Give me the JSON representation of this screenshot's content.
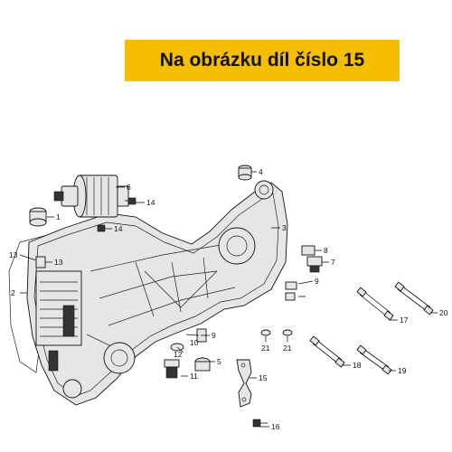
{
  "banner": {
    "text": "Na obrázku díl číslo 15",
    "background": "#f6be00"
  },
  "callouts": [
    {
      "id": "c1",
      "label": "1"
    },
    {
      "id": "c2",
      "label": "2"
    },
    {
      "id": "c3",
      "label": "3"
    },
    {
      "id": "c4",
      "label": "4"
    },
    {
      "id": "c5",
      "label": "5"
    },
    {
      "id": "c6",
      "label": "6"
    },
    {
      "id": "c7",
      "label": "7"
    },
    {
      "id": "c8",
      "label": "8"
    },
    {
      "id": "c9a",
      "label": "9"
    },
    {
      "id": "c9b",
      "label": "9"
    },
    {
      "id": "c10",
      "label": "10"
    },
    {
      "id": "c11",
      "label": "11"
    },
    {
      "id": "c12",
      "label": "12"
    },
    {
      "id": "c13a",
      "label": "13"
    },
    {
      "id": "c13b",
      "label": "13"
    },
    {
      "id": "c14a",
      "label": "14"
    },
    {
      "id": "c14b",
      "label": "14"
    },
    {
      "id": "c15",
      "label": "15"
    },
    {
      "id": "c16",
      "label": "16"
    },
    {
      "id": "c17",
      "label": "17"
    },
    {
      "id": "c18",
      "label": "18"
    },
    {
      "id": "c19",
      "label": "19"
    },
    {
      "id": "c20",
      "label": "20"
    },
    {
      "id": "c21a",
      "label": "21"
    },
    {
      "id": "c21b",
      "label": "21"
    }
  ]
}
